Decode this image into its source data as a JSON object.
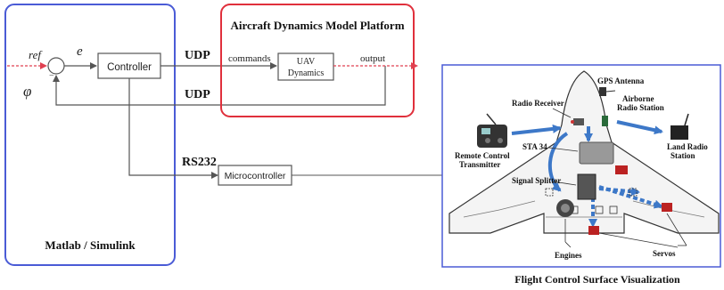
{
  "colors": {
    "matlab_border": "#4a5bd6",
    "aircraft_border": "#e0303c",
    "signal_dashed": "#e04050",
    "line": "#555555",
    "arrow_blue": "#3d78c8"
  },
  "left_panel": {
    "title": "Matlab / Simulink",
    "ref": "ref",
    "error": "e",
    "feedback": "φ",
    "sum_minus": "−",
    "controller": "Controller",
    "microcontroller": "Microcontroller"
  },
  "links": {
    "udp_top": "UDP",
    "udp_bottom": "UDP",
    "rs232": "RS232"
  },
  "aircraft_panel": {
    "title": "Aircraft Dynamics Model Platform",
    "input_label": "commands",
    "output_label": "output",
    "block_line1": "UAV",
    "block_line2": "Dynamics"
  },
  "visualization": {
    "caption": "Flight Control Surface Visualization",
    "labels": {
      "gps_antenna": "GPS Antenna",
      "radio_receiver": "Radio Receiver",
      "airborne_line1": "Airborne",
      "airborne_line2": "Radio Station",
      "remote_line1": "Remote Control",
      "remote_line2": "Transmitter",
      "land_line1": "Land Radio",
      "land_line2": "Station",
      "sta34": "STA 34",
      "signal_splitter": "Signal Splitter",
      "engines": "Engines",
      "servos": "Servos"
    }
  }
}
